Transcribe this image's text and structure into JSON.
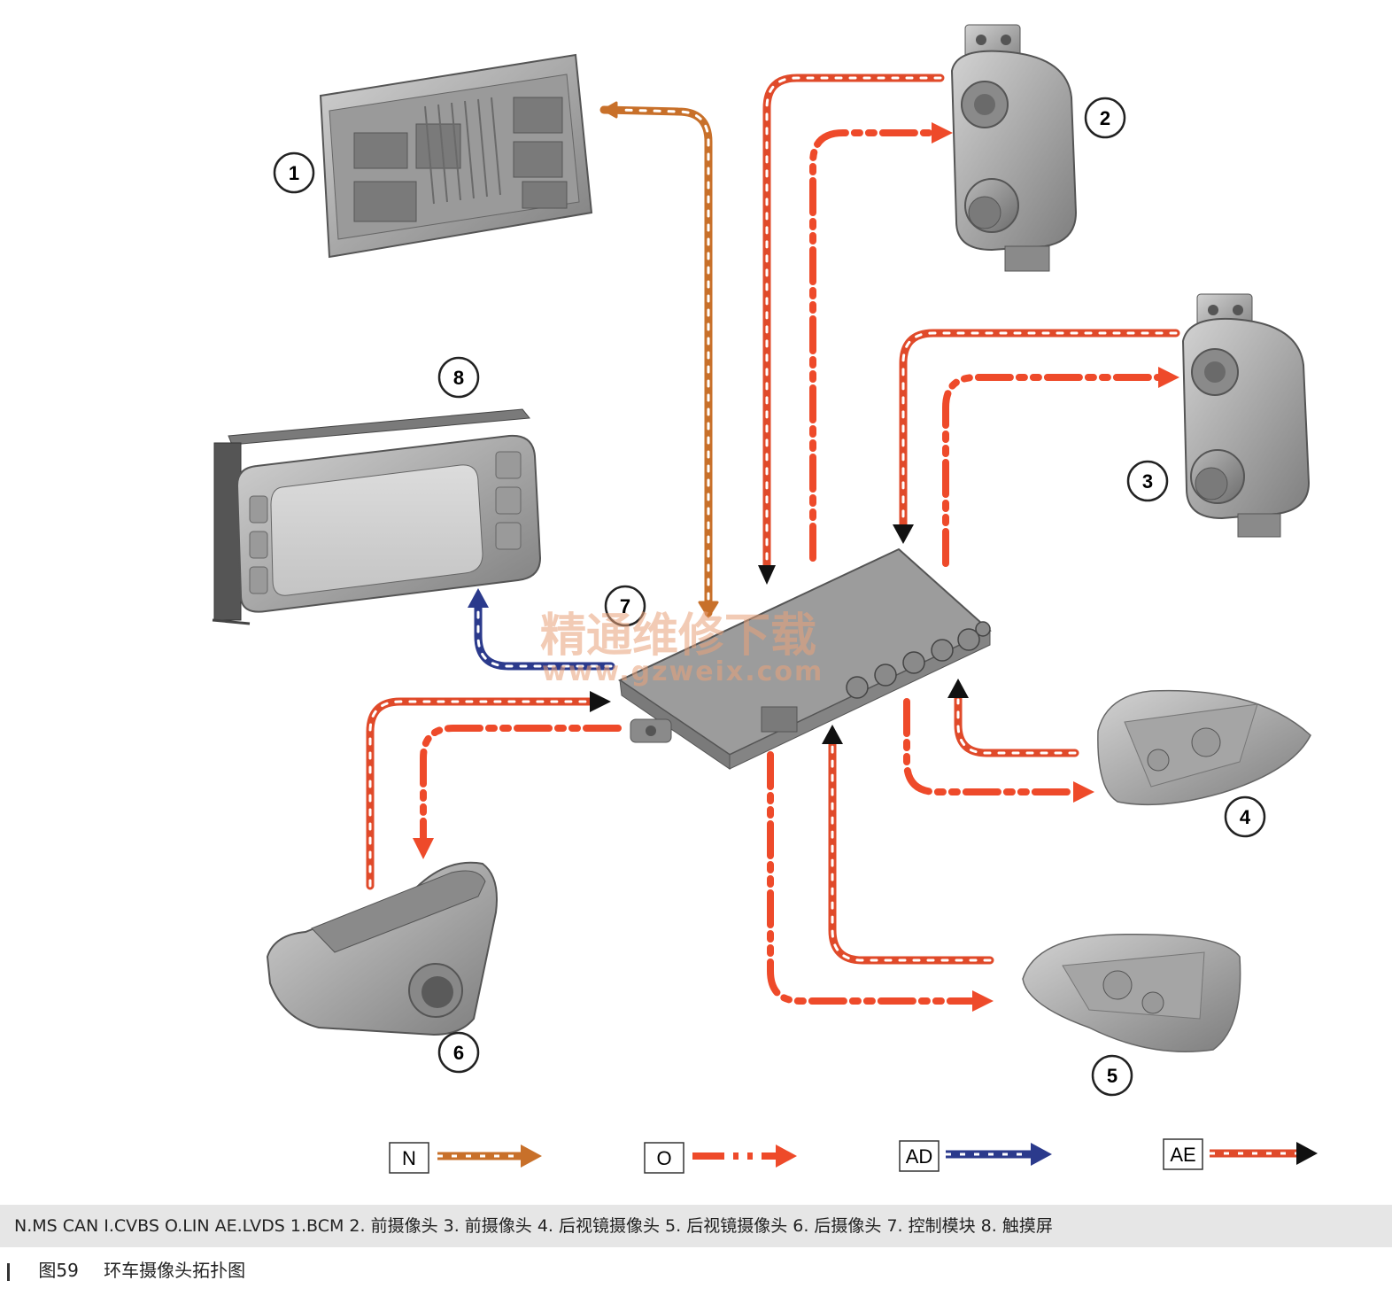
{
  "components": {
    "c1": {
      "num": "1"
    },
    "c2": {
      "num": "2"
    },
    "c3": {
      "num": "3"
    },
    "c4": {
      "num": "4"
    },
    "c5": {
      "num": "5"
    },
    "c6": {
      "num": "6"
    },
    "c7": {
      "num": "7"
    },
    "c8": {
      "num": "8"
    }
  },
  "watermark": {
    "text_cn": "精通维修下载",
    "url": "www.gzweix.com"
  },
  "legend": [
    {
      "code": "N",
      "color": "#c8702a"
    },
    {
      "code": "O",
      "color": "#e8442a"
    },
    {
      "code": "AD",
      "color": "#2b3a8c"
    },
    {
      "code": "AE",
      "color": "#e04a2a"
    }
  ],
  "caption": "N.MS CAN I.CVBS O.LIN AE.LVDS 1.BCM 2. 前摄像头 3. 前摄像头 4. 后视镜摄像头 5. 后视镜摄像头 6. 后摄像头 7. 控制模块 8. 触摸屏",
  "figure": {
    "number": "图59",
    "title": "环车摄像头拓扑图"
  },
  "colors": {
    "n_line": "#c8702a",
    "o_line": "#ee4a2a",
    "ad_line": "#2b3a8c",
    "ae_line": "#e04a2a",
    "housing": "#a8a8a8"
  }
}
